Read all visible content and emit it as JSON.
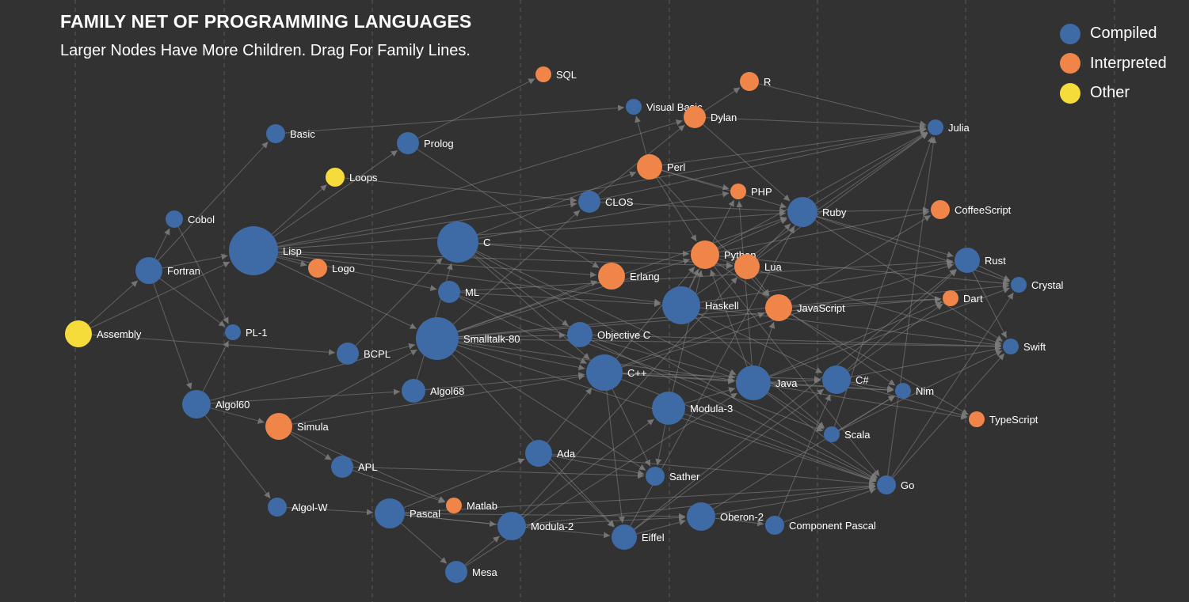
{
  "title": "FAMILY NET OF PROGRAMMING LANGUAGES",
  "subtitle": "Larger Nodes Have More Children. Drag For Family Lines.",
  "legend": [
    {
      "label": "Compiled",
      "color": "#3e6aa6"
    },
    {
      "label": "Interpreted",
      "color": "#f0854a"
    },
    {
      "label": "Other",
      "color": "#f6dc3a"
    }
  ],
  "colors": {
    "background": "#323232",
    "edge": "#8a8a8a",
    "arrow": "#7a7a7a",
    "gridline": "#5a5a5a"
  },
  "nodes": [
    {
      "id": "Assembly",
      "label": "Assembly",
      "type": "Other"
    },
    {
      "id": "Fortran",
      "label": "Fortran",
      "type": "Compiled"
    },
    {
      "id": "Cobol",
      "label": "Cobol",
      "type": "Compiled"
    },
    {
      "id": "Basic",
      "label": "Basic",
      "type": "Compiled"
    },
    {
      "id": "Lisp",
      "label": "Lisp",
      "type": "Compiled"
    },
    {
      "id": "Loops",
      "label": "Loops",
      "type": "Other"
    },
    {
      "id": "PL-1",
      "label": "PL-1",
      "type": "Compiled"
    },
    {
      "id": "Algol60",
      "label": "Algol60",
      "type": "Compiled"
    },
    {
      "id": "Logo",
      "label": "Logo",
      "type": "Interpreted"
    },
    {
      "id": "Simula",
      "label": "Simula",
      "type": "Interpreted"
    },
    {
      "id": "Algol-W",
      "label": "Algol-W",
      "type": "Compiled"
    },
    {
      "id": "APL",
      "label": "APL",
      "type": "Compiled"
    },
    {
      "id": "BCPL",
      "label": "BCPL",
      "type": "Compiled"
    },
    {
      "id": "Prolog",
      "label": "Prolog",
      "type": "Compiled"
    },
    {
      "id": "SQL",
      "label": "SQL",
      "type": "Interpreted"
    },
    {
      "id": "C",
      "label": "C",
      "type": "Compiled"
    },
    {
      "id": "ML",
      "label": "ML",
      "type": "Compiled"
    },
    {
      "id": "Smalltalk-80",
      "label": "Smalltalk-80",
      "type": "Compiled"
    },
    {
      "id": "Algol68",
      "label": "Algol68",
      "type": "Compiled"
    },
    {
      "id": "Pascal",
      "label": "Pascal",
      "type": "Compiled"
    },
    {
      "id": "Matlab",
      "label": "Matlab",
      "type": "Interpreted"
    },
    {
      "id": "Mesa",
      "label": "Mesa",
      "type": "Compiled"
    },
    {
      "id": "Ada",
      "label": "Ada",
      "type": "Compiled"
    },
    {
      "id": "Modula-2",
      "label": "Modula-2",
      "type": "Compiled"
    },
    {
      "id": "CLOS",
      "label": "CLOS",
      "type": "Compiled"
    },
    {
      "id": "Visual Basic",
      "label": "Visual Basic",
      "type": "Compiled"
    },
    {
      "id": "Objective C",
      "label": "Objective C",
      "type": "Compiled"
    },
    {
      "id": "C++",
      "label": "C++",
      "type": "Compiled"
    },
    {
      "id": "Erlang",
      "label": "Erlang",
      "type": "Interpreted"
    },
    {
      "id": "Perl",
      "label": "Perl",
      "type": "Interpreted"
    },
    {
      "id": "Dylan",
      "label": "Dylan",
      "type": "Interpreted"
    },
    {
      "id": "Sather",
      "label": "Sather",
      "type": "Compiled"
    },
    {
      "id": "Eiffel",
      "label": "Eiffel",
      "type": "Compiled"
    },
    {
      "id": "Modula-3",
      "label": "Modula-3",
      "type": "Compiled"
    },
    {
      "id": "Haskell",
      "label": "Haskell",
      "type": "Compiled"
    },
    {
      "id": "Python",
      "label": "Python",
      "type": "Interpreted"
    },
    {
      "id": "Oberon-2",
      "label": "Oberon-2",
      "type": "Compiled"
    },
    {
      "id": "PHP",
      "label": "PHP",
      "type": "Interpreted"
    },
    {
      "id": "R",
      "label": "R",
      "type": "Interpreted"
    },
    {
      "id": "Lua",
      "label": "Lua",
      "type": "Interpreted"
    },
    {
      "id": "Java",
      "label": "Java",
      "type": "Compiled"
    },
    {
      "id": "JavaScript",
      "label": "JavaScript",
      "type": "Interpreted"
    },
    {
      "id": "Ruby",
      "label": "Ruby",
      "type": "Compiled"
    },
    {
      "id": "Component Pascal",
      "label": "Component Pascal",
      "type": "Compiled"
    },
    {
      "id": "C#",
      "label": "C#",
      "type": "Compiled"
    },
    {
      "id": "Scala",
      "label": "Scala",
      "type": "Compiled"
    },
    {
      "id": "Go",
      "label": "Go",
      "type": "Compiled"
    },
    {
      "id": "Nim",
      "label": "Nim",
      "type": "Compiled"
    },
    {
      "id": "Julia",
      "label": "Julia",
      "type": "Compiled"
    },
    {
      "id": "CoffeeScript",
      "label": "CoffeeScript",
      "type": "Interpreted"
    },
    {
      "id": "Rust",
      "label": "Rust",
      "type": "Compiled"
    },
    {
      "id": "Dart",
      "label": "Dart",
      "type": "Interpreted"
    },
    {
      "id": "Crystal",
      "label": "Crystal",
      "type": "Compiled"
    },
    {
      "id": "Swift",
      "label": "Swift",
      "type": "Compiled"
    },
    {
      "id": "TypeScript",
      "label": "TypeScript",
      "type": "Interpreted"
    }
  ],
  "edges": [
    [
      "Assembly",
      "Fortran"
    ],
    [
      "Assembly",
      "BCPL"
    ],
    [
      "Assembly",
      "Lisp"
    ],
    [
      "Fortran",
      "Cobol"
    ],
    [
      "Fortran",
      "Basic"
    ],
    [
      "Fortran",
      "Algol60"
    ],
    [
      "Fortran",
      "PL-1"
    ],
    [
      "Fortran",
      "Lisp"
    ],
    [
      "Cobol",
      "PL-1"
    ],
    [
      "Algol60",
      "PL-1"
    ],
    [
      "Algol60",
      "Simula"
    ],
    [
      "Algol60",
      "Algol-W"
    ],
    [
      "Algol60",
      "Algol68"
    ],
    [
      "Algol60",
      "Smalltalk-80"
    ],
    [
      "Lisp",
      "Loops"
    ],
    [
      "Lisp",
      "Logo"
    ],
    [
      "Lisp",
      "Prolog"
    ],
    [
      "Lisp",
      "CLOS"
    ],
    [
      "Lisp",
      "ML"
    ],
    [
      "Lisp",
      "Dylan"
    ],
    [
      "Lisp",
      "Smalltalk-80"
    ],
    [
      "Lisp",
      "Haskell"
    ],
    [
      "Lisp",
      "Lua"
    ],
    [
      "Lisp",
      "Ruby"
    ],
    [
      "Lisp",
      "Julia"
    ],
    [
      "Lisp",
      "Erlang"
    ],
    [
      "Loops",
      "CLOS"
    ],
    [
      "Basic",
      "Visual Basic"
    ],
    [
      "Prolog",
      "SQL"
    ],
    [
      "Prolog",
      "Erlang"
    ],
    [
      "Simula",
      "APL"
    ],
    [
      "Simula",
      "Smalltalk-80"
    ],
    [
      "Simula",
      "C++"
    ],
    [
      "Simula",
      "Matlab"
    ],
    [
      "APL",
      "Matlab"
    ],
    [
      "APL",
      "Sather"
    ],
    [
      "Algol-W",
      "Pascal"
    ],
    [
      "Algol68",
      "C"
    ],
    [
      "Algol68",
      "C++"
    ],
    [
      "BCPL",
      "C"
    ],
    [
      "C",
      "C++"
    ],
    [
      "C",
      "Objective C"
    ],
    [
      "C",
      "Perl"
    ],
    [
      "C",
      "Python"
    ],
    [
      "C",
      "Go"
    ],
    [
      "C",
      "Java"
    ],
    [
      "C",
      "PHP"
    ],
    [
      "C",
      "Lua"
    ],
    [
      "ML",
      "Haskell"
    ],
    [
      "ML",
      "Rust"
    ],
    [
      "ML",
      "Scala"
    ],
    [
      "ML",
      "C++"
    ],
    [
      "Smalltalk-80",
      "Objective C"
    ],
    [
      "Smalltalk-80",
      "CLOS"
    ],
    [
      "Smalltalk-80",
      "Ruby"
    ],
    [
      "Smalltalk-80",
      "Java"
    ],
    [
      "Smalltalk-80",
      "Erlang"
    ],
    [
      "Smalltalk-80",
      "C++"
    ],
    [
      "Smalltalk-80",
      "Sather"
    ],
    [
      "Smalltalk-80",
      "Eiffel"
    ],
    [
      "Smalltalk-80",
      "Python"
    ],
    [
      "Smalltalk-80",
      "Dart"
    ],
    [
      "Smalltalk-80",
      "Go"
    ],
    [
      "Smalltalk-80",
      "Crystal"
    ],
    [
      "Smalltalk-80",
      "Swift"
    ],
    [
      "Pascal",
      "Modula-2"
    ],
    [
      "Pascal",
      "Mesa"
    ],
    [
      "Pascal",
      "Ada"
    ],
    [
      "Pascal",
      "Eiffel"
    ],
    [
      "Pascal",
      "Oberon-2"
    ],
    [
      "Pascal",
      "Go"
    ],
    [
      "Mesa",
      "Modula-2"
    ],
    [
      "Mesa",
      "Java"
    ],
    [
      "Modula-2",
      "Modula-3"
    ],
    [
      "Modula-2",
      "Oberon-2"
    ],
    [
      "Modula-2",
      "Lua"
    ],
    [
      "Modula-2",
      "Go"
    ],
    [
      "Ada",
      "Sather"
    ],
    [
      "Ada",
      "Eiffel"
    ],
    [
      "Ada",
      "C++"
    ],
    [
      "Ada",
      "Go"
    ],
    [
      "CLOS",
      "Dylan"
    ],
    [
      "CLOS",
      "Julia"
    ],
    [
      "CLOS",
      "Ruby"
    ],
    [
      "Objective C",
      "Swift"
    ],
    [
      "Objective C",
      "Go"
    ],
    [
      "Objective C",
      "Java"
    ],
    [
      "C++",
      "Java"
    ],
    [
      "C++",
      "C#"
    ],
    [
      "C++",
      "Python"
    ],
    [
      "C++",
      "Rust"
    ],
    [
      "C++",
      "Go"
    ],
    [
      "C++",
      "Sather"
    ],
    [
      "C++",
      "JavaScript"
    ],
    [
      "C++",
      "Nim"
    ],
    [
      "C++",
      "Eiffel"
    ],
    [
      "Perl",
      "PHP"
    ],
    [
      "Perl",
      "Ruby"
    ],
    [
      "Perl",
      "Python"
    ],
    [
      "Perl",
      "JavaScript"
    ],
    [
      "Perl",
      "Visual Basic"
    ],
    [
      "Perl",
      "Julia"
    ],
    [
      "Dylan",
      "R"
    ],
    [
      "Dylan",
      "Julia"
    ],
    [
      "Dylan",
      "Ruby"
    ],
    [
      "R",
      "Julia"
    ],
    [
      "Eiffel",
      "Oberon-2"
    ],
    [
      "Eiffel",
      "Ruby"
    ],
    [
      "Eiffel",
      "C#"
    ],
    [
      "Eiffel",
      "Rust"
    ],
    [
      "Modula-3",
      "Python"
    ],
    [
      "Modula-3",
      "Java"
    ],
    [
      "Modula-3",
      "Sather"
    ],
    [
      "Modula-3",
      "Go"
    ],
    [
      "Haskell",
      "Python"
    ],
    [
      "Haskell",
      "Scala"
    ],
    [
      "Haskell",
      "Rust"
    ],
    [
      "Haskell",
      "C#"
    ],
    [
      "Haskell",
      "Swift"
    ],
    [
      "Haskell",
      "Julia"
    ],
    [
      "Haskell",
      "PHP"
    ],
    [
      "Python",
      "Ruby"
    ],
    [
      "Python",
      "Julia"
    ],
    [
      "Python",
      "Go"
    ],
    [
      "Python",
      "Nim"
    ],
    [
      "Python",
      "CoffeeScript"
    ],
    [
      "Python",
      "Crystal"
    ],
    [
      "Python",
      "Swift"
    ],
    [
      "Oberon-2",
      "Component Pascal"
    ],
    [
      "Oberon-2",
      "Go"
    ],
    [
      "Oberon-2",
      "Nim"
    ],
    [
      "Lua",
      "JavaScript"
    ],
    [
      "Lua",
      "Julia"
    ],
    [
      "Lua",
      "Ruby"
    ],
    [
      "Java",
      "C#"
    ],
    [
      "Java",
      "Scala"
    ],
    [
      "Java",
      "JavaScript"
    ],
    [
      "Java",
      "Go"
    ],
    [
      "Java",
      "Dart"
    ],
    [
      "Java",
      "Nim"
    ],
    [
      "Java",
      "Crystal"
    ],
    [
      "Java",
      "TypeScript"
    ],
    [
      "Java",
      "Python"
    ],
    [
      "Java",
      "PHP"
    ],
    [
      "JavaScript",
      "CoffeeScript"
    ],
    [
      "JavaScript",
      "Dart"
    ],
    [
      "JavaScript",
      "TypeScript"
    ],
    [
      "Ruby",
      "CoffeeScript"
    ],
    [
      "Ruby",
      "Crystal"
    ],
    [
      "Ruby",
      "Rust"
    ],
    [
      "Ruby",
      "Julia"
    ],
    [
      "Ruby",
      "Swift"
    ],
    [
      "Component Pascal",
      "Go"
    ],
    [
      "Component Pascal",
      "C#"
    ],
    [
      "C#",
      "TypeScript"
    ],
    [
      "C#",
      "Swift"
    ],
    [
      "C#",
      "Dart"
    ],
    [
      "C#",
      "Nim"
    ],
    [
      "C#",
      "Rust"
    ],
    [
      "Scala",
      "Swift"
    ],
    [
      "Scala",
      "Julia"
    ],
    [
      "Scala",
      "Nim"
    ],
    [
      "Go",
      "Crystal"
    ],
    [
      "Go",
      "Swift"
    ],
    [
      "Go",
      "Julia"
    ],
    [
      "Rust",
      "Crystal"
    ],
    [
      "Rust",
      "Swift"
    ]
  ]
}
